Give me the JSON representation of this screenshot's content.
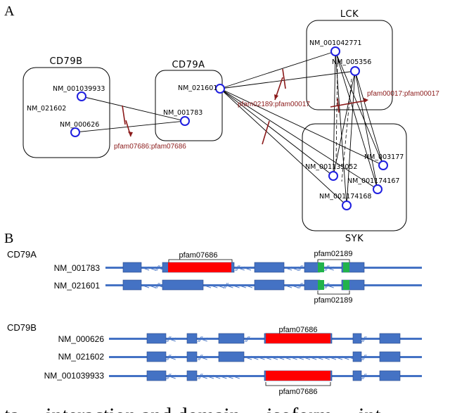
{
  "panels": {
    "a_letter": "A",
    "b_letter": "B"
  },
  "network": {
    "groups": {
      "cd79b": "CD79B",
      "cd79a": "CD79A",
      "lck": "LCK",
      "syk": "SYK"
    },
    "nodes": {
      "b_033": "NM_001039933",
      "b_602": "NM_021602",
      "b_626": "NM_000626",
      "a_601": "NM_021601",
      "a_783": "NM_001783",
      "l_771": "NM_001042771",
      "l_356": "NM_005356",
      "s_177": "NM_003177",
      "s_052": "NM_001135052",
      "s_167": "NM_001174167",
      "s_168": "NM_001174168"
    },
    "link_labels": {
      "a_b": "pfam07686:pfam07686",
      "a_lck_syk": "pfam02189:pfam00017",
      "lck_syk": "pfam00017:pfam00017"
    },
    "colors": {
      "node_stroke": "#1f1fe0",
      "link_label": "#8b1a1a"
    }
  },
  "isoforms": {
    "cd79a": {
      "gene": "CD79A",
      "tx1": "NM_001783",
      "tx2": "NM_021601",
      "dom_red": "pfam07686",
      "dom_green_top": "pfam02189",
      "dom_green_bottom": "pfam02189"
    },
    "cd79b": {
      "gene": "CD79B",
      "tx1": "NM_000626",
      "tx2": "NM_021602",
      "tx3": "NM_001039933",
      "dom_red_top": "pfam07686",
      "dom_red_bottom": "pfam07686"
    },
    "colors": {
      "exon": "#4472c4",
      "exon_stroke": "#2a4a8a",
      "domain_red": "#ff0000",
      "domain_green": "#22b34b"
    }
  },
  "caption_fragment": "ta ... interaction and domain ... isoform ... int"
}
